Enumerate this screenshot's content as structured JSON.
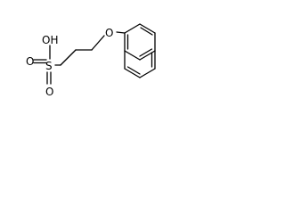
{
  "structure": {
    "atoms": {
      "oxygen_ether": "O",
      "hydroxyl": "OH",
      "sulfur": "S",
      "oxygen_top": "O",
      "oxygen_bottom": "O"
    }
  }
}
